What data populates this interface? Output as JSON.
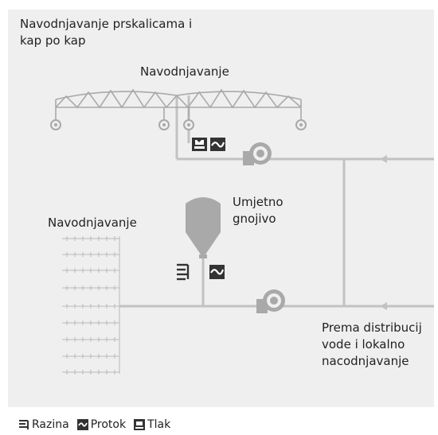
{
  "title": "Navodnjavanje prskalicama i\nkap po kap",
  "sprinkler_label": "Navodnjavanje",
  "drip_label": "Navodnjavanje",
  "fertilizer_label": "Umjetno\ngnojivo",
  "distribution_label": "Prema distribucij\nvode i lokalno\nnacodnjavanje",
  "legend": {
    "level": "Razina",
    "flow": "Protok",
    "pressure": "Tlak"
  },
  "icons": {
    "level": "level-sensor-icon",
    "flow": "flow-sensor-icon",
    "pressure": "pressure-sensor-icon",
    "pump": "pump-icon",
    "arrow": "flow-direction-arrow-icon"
  },
  "colors": {
    "pipe": "#c2c2c2",
    "equipment": "#a9a9a9",
    "sensor_dark": "#333333",
    "background": "#efefef"
  }
}
